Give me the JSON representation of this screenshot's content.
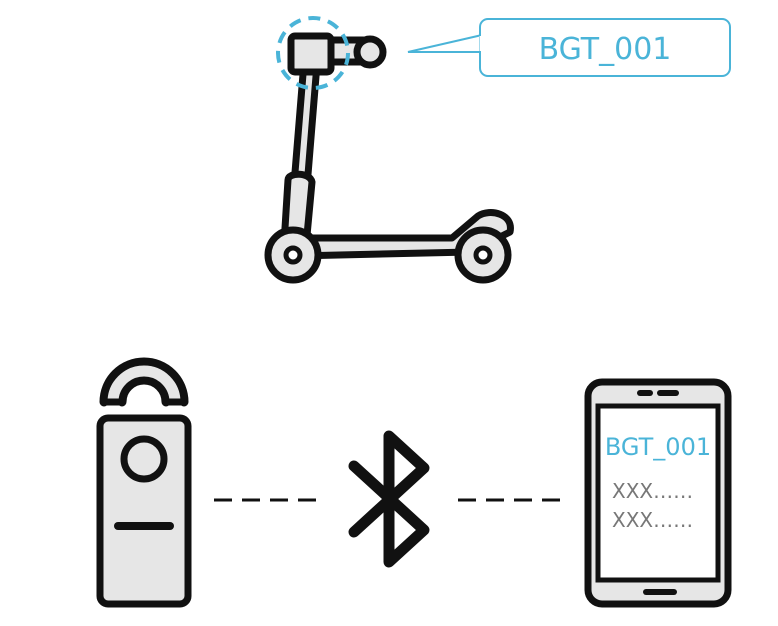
{
  "callout": {
    "label": "BGT_001"
  },
  "phone": {
    "title": "BGT_001",
    "lines": [
      "XXX……",
      "XXX……"
    ]
  },
  "colors": {
    "accent": "#4ab4d8",
    "outline": "#111111",
    "fill": "#e6e6e6",
    "muted": "#777777"
  },
  "icons": {
    "scooter": "scooter-icon",
    "beacon": "beacon-device-icon",
    "bluetooth": "bluetooth-icon",
    "phone": "smartphone-icon"
  }
}
